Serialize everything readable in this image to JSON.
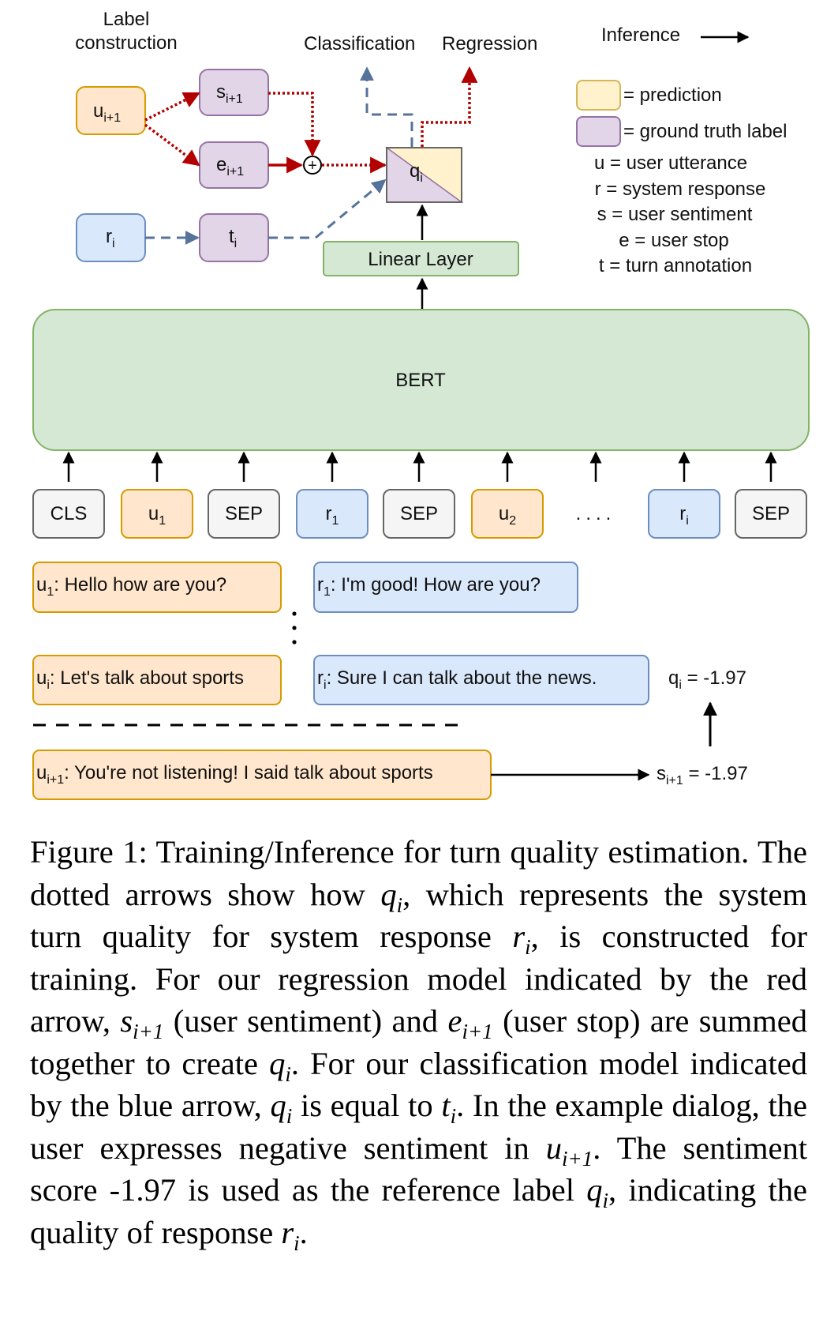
{
  "colors": {
    "orange_fill": "#ffe6cc",
    "orange_stroke": "#d79b00",
    "purple_fill": "#e1d5e7",
    "purple_stroke": "#9673a6",
    "blue_fill": "#dae8fc",
    "blue_stroke": "#6c8ebf",
    "green_fill": "#d5e8d4",
    "green_stroke": "#82b366",
    "gray_fill": "#f5f5f5",
    "gray_stroke": "#666666",
    "yellow_fill": "#fff2cc",
    "red_arrow": "#b20000",
    "blue_arrow": "#56739b"
  },
  "headers": {
    "label_construction_1": "Label",
    "label_construction_2": "construction",
    "classification": "Classification",
    "regression": "Regression",
    "inference": "Inference"
  },
  "nodes": {
    "u_next": {
      "base": "u",
      "sub": "i+1"
    },
    "s_next": {
      "base": "s",
      "sub": "i+1"
    },
    "e_next": {
      "base": "e",
      "sub": "i+1"
    },
    "r_i": {
      "base": "r",
      "sub": "i"
    },
    "t_i": {
      "base": "t",
      "sub": "i"
    },
    "q_i": {
      "base": "q",
      "sub": "i"
    },
    "plus": "+",
    "linear_layer": "Linear Layer",
    "bert": "BERT"
  },
  "legend": {
    "prediction": "= prediction",
    "ground_truth": "= ground truth label",
    "u": "u = user utterance",
    "r": "r = system response",
    "s": "s = user sentiment",
    "e": "e = user stop",
    "t": "t = turn annotation"
  },
  "tokens": [
    {
      "base": "CLS",
      "sub": "",
      "kind": "gray"
    },
    {
      "base": "u",
      "sub": "1",
      "kind": "orange"
    },
    {
      "base": "SEP",
      "sub": "",
      "kind": "gray"
    },
    {
      "base": "r",
      "sub": "1",
      "kind": "blue"
    },
    {
      "base": "SEP",
      "sub": "",
      "kind": "gray"
    },
    {
      "base": "u",
      "sub": "2",
      "kind": "orange"
    },
    {
      "base": "....",
      "sub": "",
      "kind": "none"
    },
    {
      "base": "r",
      "sub": "i",
      "kind": "blue"
    },
    {
      "base": "SEP",
      "sub": "",
      "kind": "gray"
    }
  ],
  "dialog": {
    "u1": {
      "base": "u",
      "sub": "1",
      "text": ": Hello how are you?"
    },
    "r1": {
      "base": "r",
      "sub": "1",
      "text": ": I'm good! How are you?"
    },
    "ui": {
      "base": "u",
      "sub": "i",
      "text": ": Let's talk about sports"
    },
    "ri": {
      "base": "r",
      "sub": "i",
      "text": ": Sure I can talk about the news."
    },
    "u_next": {
      "base": "u",
      "sub": "i+1",
      "text": ": You're not listening! I said talk about sports"
    },
    "qi_value": {
      "base": "q",
      "sub": "i",
      "text": " = -1.97"
    },
    "s_value": {
      "base": "s",
      "sub": "i+1",
      "text": " = -1.97"
    }
  },
  "caption": {
    "p1": "Figure 1: Training/Inference for turn quality estimation. The dotted arrows show how ",
    "p2": ", which represents the system turn quality for system response ",
    "p3": ", is constructed for training. For our regression model indicated by the red arrow, ",
    "p4": " (user sentiment) and ",
    "p5": " (user stop) are summed together to create ",
    "p6": ". For our classification model indicated by the blue arrow, ",
    "p7": " is equal to ",
    "p8": ". In the example dialog, the user expresses negative sentiment in ",
    "p9": ". The sentiment score -1.97 is used as the reference label ",
    "p10": ", indicating the quality of response ",
    "p11": ".",
    "sym_q": "q",
    "sym_r": "r",
    "sym_s": "s",
    "sym_e": "e",
    "sym_t": "t",
    "sym_u": "u",
    "sub_i": "i",
    "sub_i1": "i+1"
  }
}
